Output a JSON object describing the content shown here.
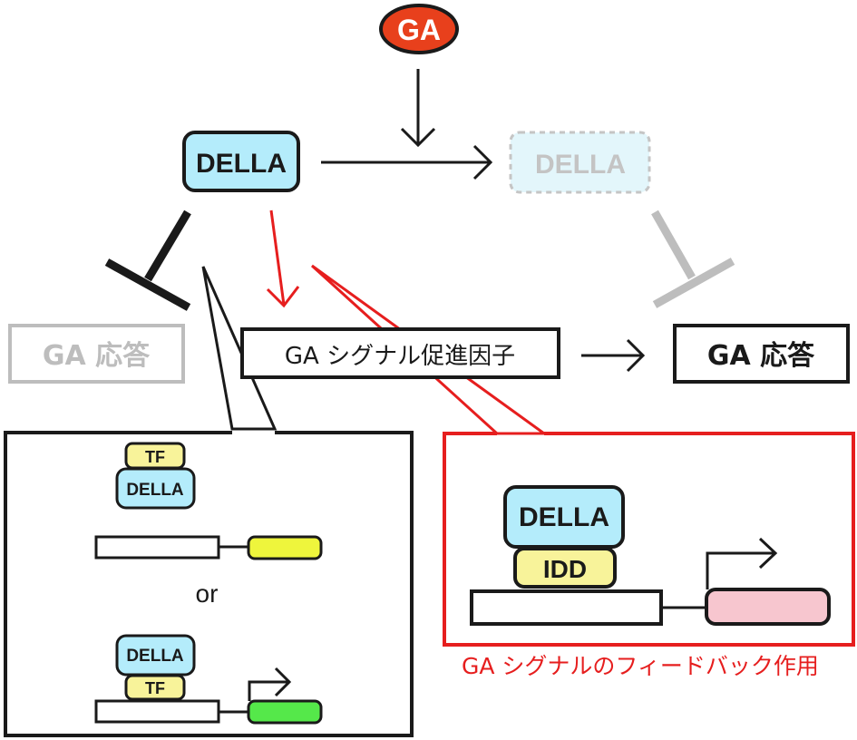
{
  "colors": {
    "ga_fill": "#e8401c",
    "della_fill": "#b4ecfb",
    "della_faded_fill": "#e3f6fb",
    "faded_gray": "#bdbdbd",
    "tf_fill": "#f8f39a",
    "yellow_gene": "#eef53c",
    "green_gene": "#55e84a",
    "pink_gene": "#f7c6cf",
    "red": "#e61e1e",
    "black": "#1a1a1a"
  },
  "nodes": {
    "ga": "GA",
    "della": "DELLA",
    "della_degraded": "DELLA",
    "ga_response_inhibited": "GA 応答",
    "signal_promoter": "GA シグナル促進因子",
    "ga_response_active": "GA 応答"
  },
  "left_panel": {
    "top_tf": "TF",
    "top_della": "DELLA",
    "or_label": "or",
    "bottom_della": "DELLA",
    "bottom_tf": "TF"
  },
  "right_panel": {
    "della": "DELLA",
    "idd": "IDD",
    "caption": "GA シグナルのフィードバック作用"
  }
}
